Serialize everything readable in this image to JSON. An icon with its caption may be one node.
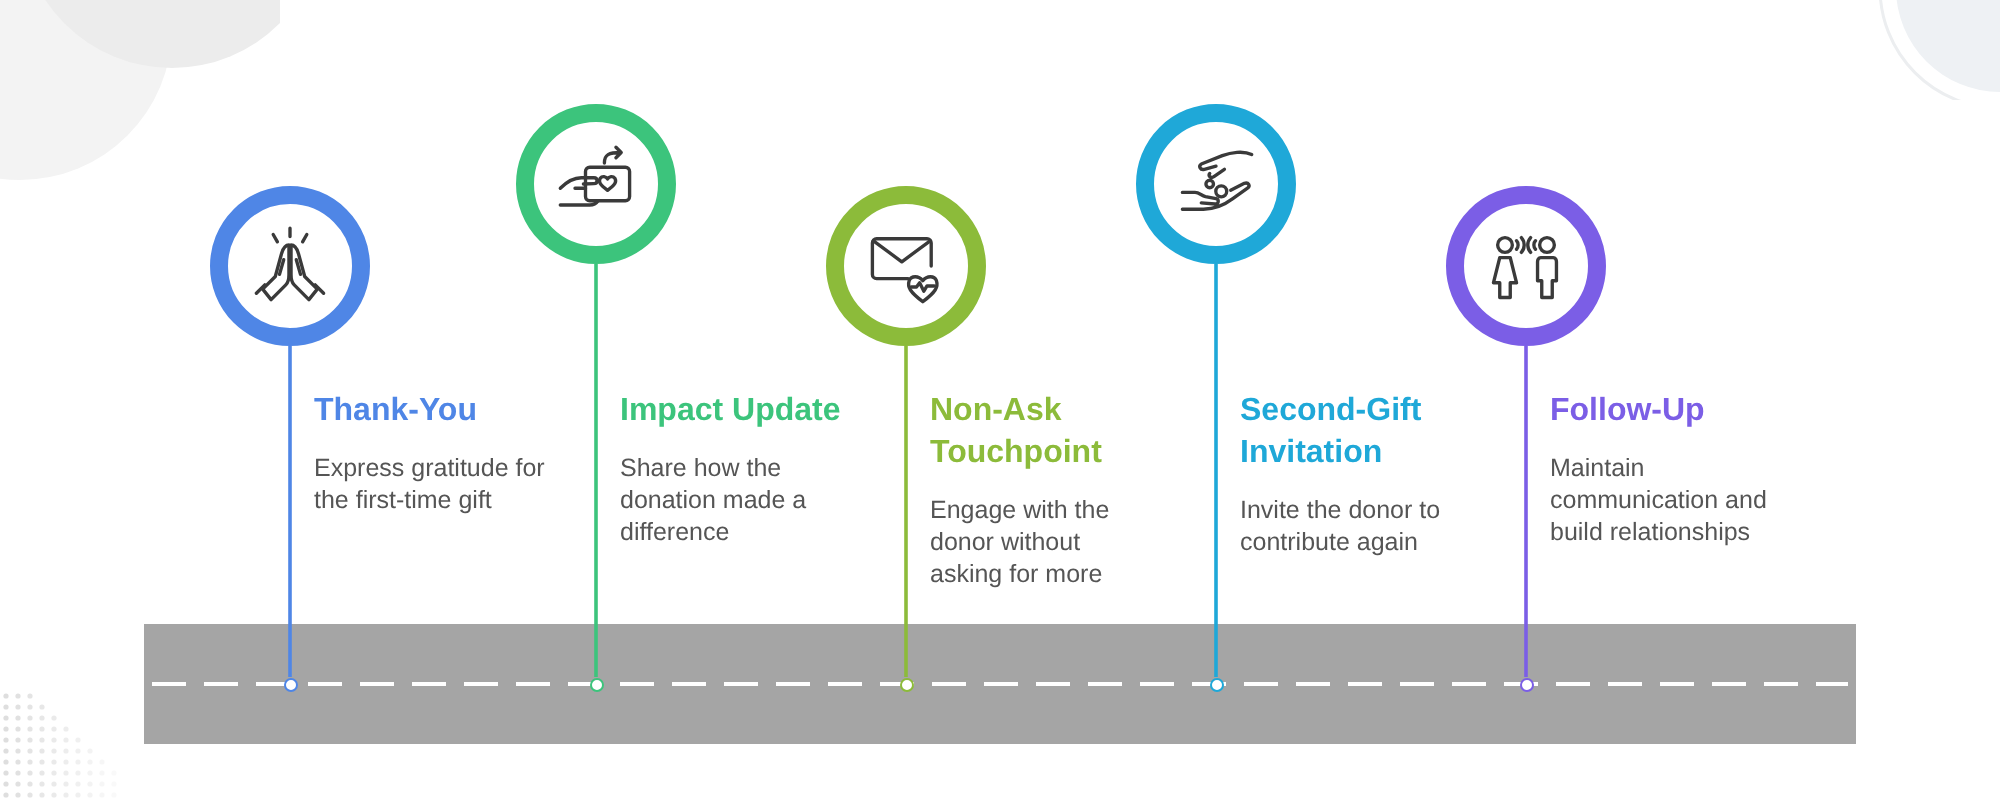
{
  "diagram": {
    "nodes": [
      {
        "text": [],
        "shape": "circle",
        "beside": [
          "Thank-You",
          "Express gratitude for the first-time gift"
        ]
      },
      {
        "text": [],
        "shape": "circle",
        "beside": [
          "Impact Update",
          "Share how the donation made a difference"
        ]
      },
      {
        "text": [],
        "shape": "circle",
        "beside": [
          "Non-Ask Touchpoint",
          "Engage with the donor without asking for more"
        ]
      },
      {
        "text": [],
        "shape": "circle",
        "beside": [
          "Second-Gift Invitation",
          "Invite the donor to contribute again"
        ]
      },
      {
        "text": [],
        "shape": "circle",
        "beside": [
          "Follow-Up",
          "Maintain communication and build relationships"
        ]
      },
      {
        "text": [],
        "shape": "bar"
      },
      {
        "text": [],
        "shape": "circle",
        "in": 5
      },
      {
        "text": [],
        "shape": "circle",
        "in": 5
      },
      {
        "text": [],
        "shape": "circle",
        "in": 5
      },
      {
        "text": [],
        "shape": "circle",
        "in": 5
      },
      {
        "text": [],
        "shape": "circle",
        "in": 5
      }
    ],
    "edges": [
      {
        "from": 0,
        "to": 6,
        "arrow": "none",
        "color": "#4f86e6"
      },
      {
        "from": 1,
        "to": 7,
        "arrow": "none",
        "color": "#3cc47c"
      },
      {
        "from": 2,
        "to": 8,
        "arrow": "none",
        "color": "#8cbb3a"
      },
      {
        "from": 3,
        "to": 9,
        "arrow": "none",
        "color": "#1fa8d8"
      },
      {
        "from": 4,
        "to": 10,
        "arrow": "none",
        "color": "#7b5ee6"
      }
    ]
  }
}
